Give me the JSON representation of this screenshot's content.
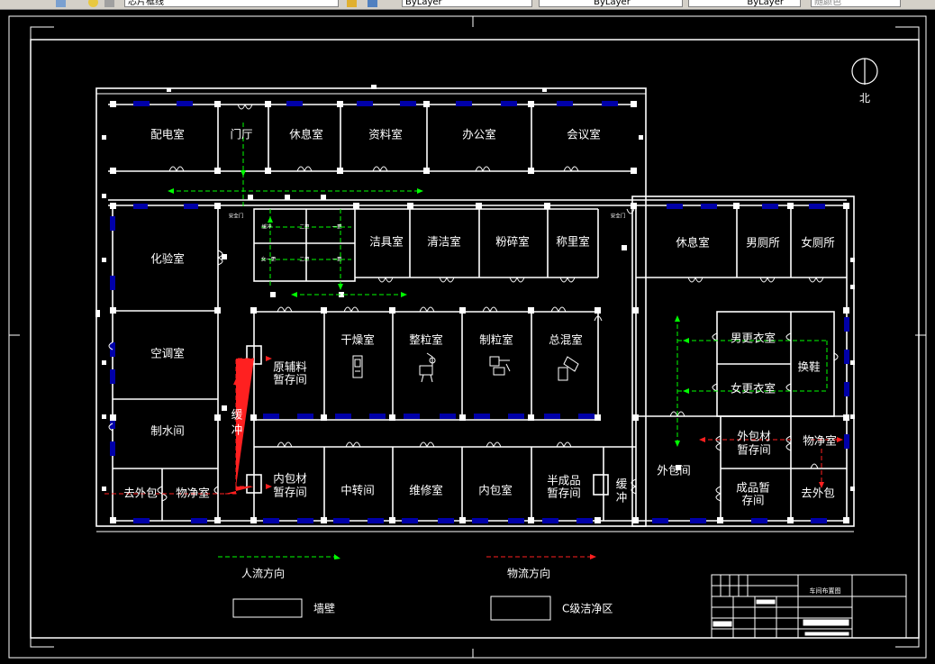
{
  "toolbar": {
    "layer_name": "芯片框线",
    "color_control": "ByLayer",
    "linetype_control": "ByLayer",
    "lineweight_control": "ByLayer",
    "plotstyle_control": "随颜色"
  },
  "colors": {
    "background": "#000000",
    "wall": "#ffffff",
    "window": "#0000a8",
    "people_flow": "#00ff00",
    "material_flow": "#ff2020",
    "toolbar_bg": "#d4d0c8"
  },
  "north": {
    "label": "北"
  },
  "rooms": [
    {
      "id": "peidian",
      "label": "配电室"
    },
    {
      "id": "menting",
      "label": "门厅"
    },
    {
      "id": "xiuxi1",
      "label": "休息室"
    },
    {
      "id": "ziliao",
      "label": "资料室"
    },
    {
      "id": "bangong",
      "label": "办公室"
    },
    {
      "id": "huiyi",
      "label": "会议室"
    },
    {
      "id": "huayan",
      "label": "化验室"
    },
    {
      "id": "jieju",
      "label": "洁具室"
    },
    {
      "id": "qingjie",
      "label": "清洁室"
    },
    {
      "id": "fensui",
      "label": "粉碎室"
    },
    {
      "id": "chengliang",
      "label": "称里室"
    },
    {
      "id": "xiuxi2",
      "label": "休息室"
    },
    {
      "id": "nancesuo",
      "label": "男厕所"
    },
    {
      "id": "nvcesuo",
      "label": "女厕所"
    },
    {
      "id": "kongtiao",
      "label": "空调室"
    },
    {
      "id": "zhishui",
      "label": "制水间"
    },
    {
      "id": "ganzao",
      "label": "干燥室"
    },
    {
      "id": "zhengli",
      "label": "整粒室"
    },
    {
      "id": "zhili",
      "label": "制粒室"
    },
    {
      "id": "zonghun",
      "label": "总混室"
    },
    {
      "id": "zhongzhuan",
      "label": "中转间"
    },
    {
      "id": "weixiu",
      "label": "维修室"
    },
    {
      "id": "neibao",
      "label": "内包室"
    },
    {
      "id": "waibaojian",
      "label": "外包间"
    },
    {
      "id": "nangengyi",
      "label": "男更衣室"
    },
    {
      "id": "nvgengyi",
      "label": "女更衣室"
    },
    {
      "id": "huanxie",
      "label": "换鞋"
    },
    {
      "id": "wujing1",
      "label": "物净室"
    },
    {
      "id": "qu_waibao1",
      "label": "去外包"
    },
    {
      "id": "wujing2",
      "label": "物净室"
    },
    {
      "id": "qu_waibao2",
      "label": "去外包"
    }
  ],
  "two_line_rooms": [
    {
      "id": "yuanfuliao",
      "lines": [
        "原辅料",
        "暂存间"
      ]
    },
    {
      "id": "neibaocai",
      "lines": [
        "内包材",
        "暂存间"
      ]
    },
    {
      "id": "banchengpin",
      "lines": [
        "半成品",
        "暂存间"
      ]
    },
    {
      "id": "waibaocai",
      "lines": [
        "外包材",
        "暂存间"
      ]
    },
    {
      "id": "chengpin",
      "lines": [
        "成品暂",
        "存间"
      ]
    },
    {
      "id": "huanchong1",
      "lines": [
        "缓",
        "冲"
      ]
    },
    {
      "id": "huanchong2",
      "lines": [
        "缓",
        "冲"
      ]
    }
  ],
  "small_labels": [
    {
      "id": "anquanmen1",
      "label": "安全门"
    },
    {
      "id": "anquanmen2",
      "label": "安全门"
    },
    {
      "id": "airlock_a",
      "label": "缓冲"
    },
    {
      "id": "airlock_b",
      "label": "二更"
    },
    {
      "id": "airlock_c",
      "label": "一更"
    },
    {
      "id": "airlock_d",
      "label": "女一更"
    },
    {
      "id": "airlock_e",
      "label": "二更"
    },
    {
      "id": "airlock_f",
      "label": "一更"
    }
  ],
  "legend": {
    "people_flow": "人流方向",
    "material_flow": "物流方向",
    "wall": "墙壁",
    "clean_zone": "C级洁净区"
  },
  "title_block": {
    "title": "车间布置图"
  }
}
